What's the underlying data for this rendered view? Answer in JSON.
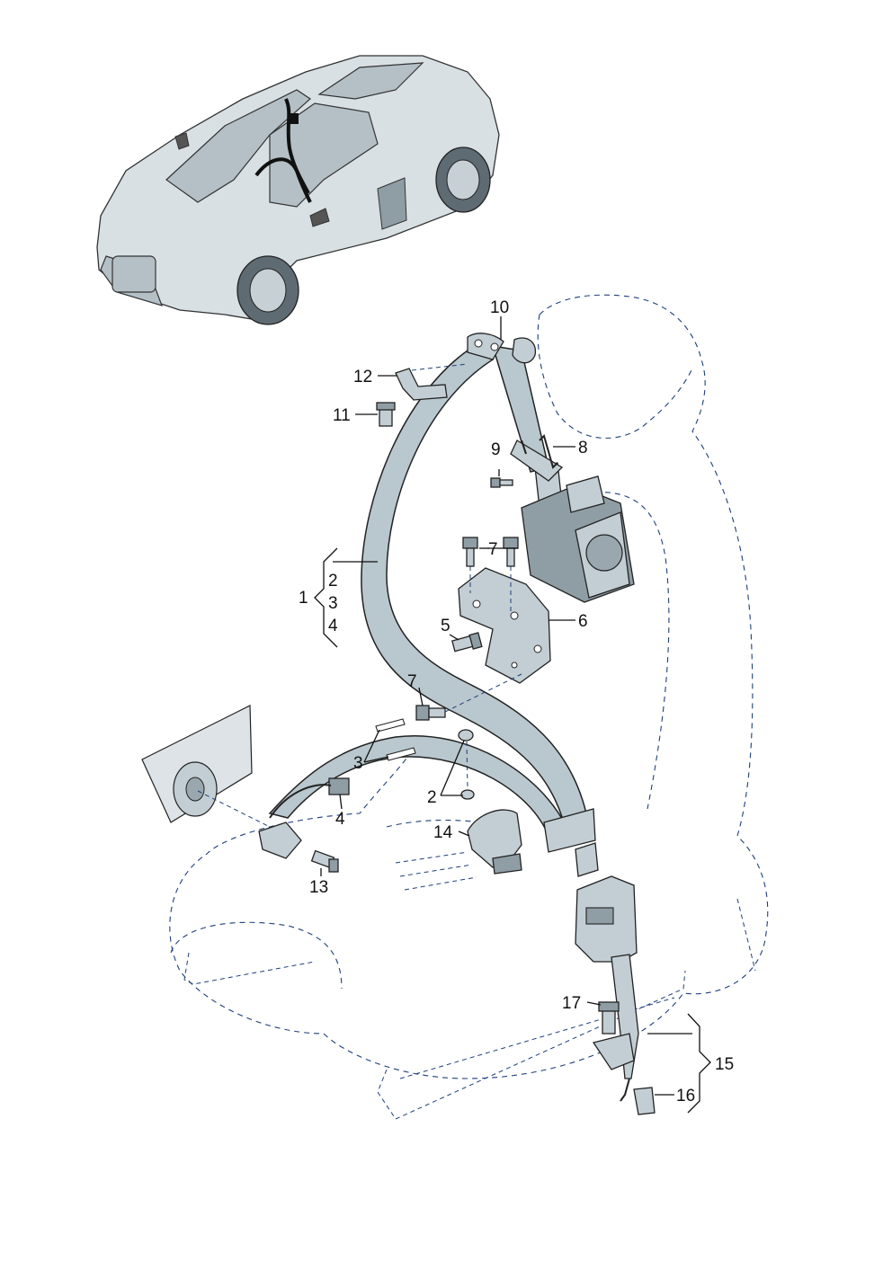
{
  "callouts": {
    "c1": "1",
    "c2a": "2",
    "c3a": "3",
    "c4a": "4",
    "c5": "5",
    "c6": "6",
    "c7a": "7",
    "c7b": "7",
    "c8": "8",
    "c9": "9",
    "c10": "10",
    "c11": "11",
    "c12": "12",
    "c2b": "2",
    "c3b": "3",
    "c4b": "4",
    "c13": "13",
    "c14": "14",
    "c15": "15",
    "c16": "16",
    "c17": "17"
  },
  "icons": {
    "car": "car-thumbnail-icon",
    "seat": "seat-outline-icon",
    "belt": "seat-belt-icon",
    "retractor": "belt-retractor-icon",
    "buckle": "belt-buckle-icon"
  },
  "colors": {
    "line": "#111111",
    "dashed": "#1f3f7a",
    "part_fill": "#c3ced4"
  }
}
